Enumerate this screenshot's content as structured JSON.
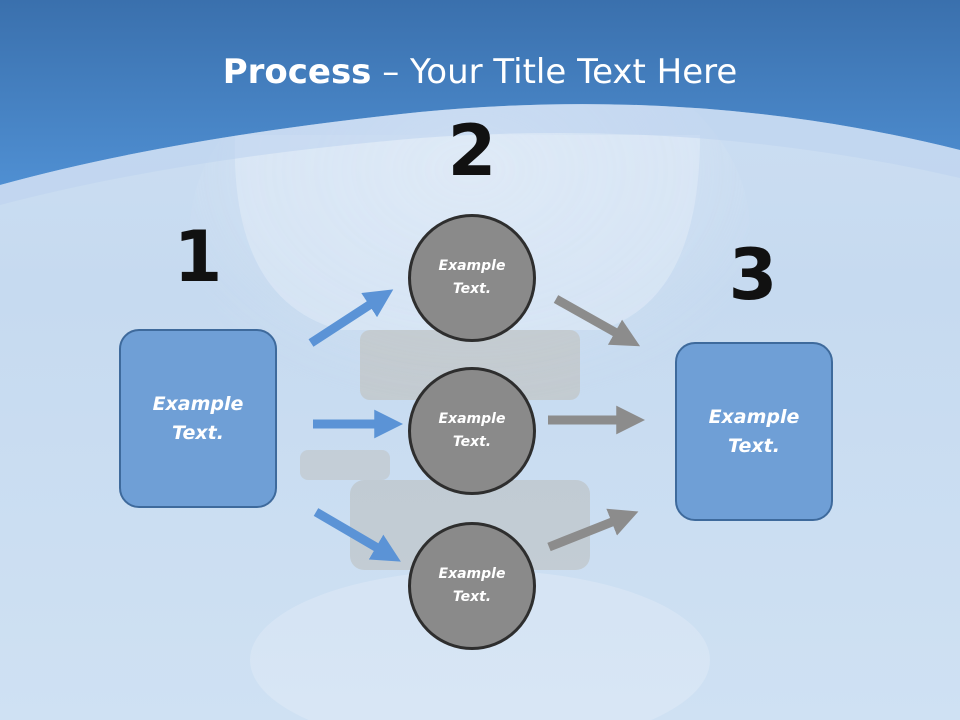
{
  "title": {
    "bold": "Process",
    "rest": " – Your Title Text Here"
  },
  "steps": [
    {
      "number": "1",
      "label": "Example\nText."
    },
    {
      "number": "2",
      "items": [
        "Example\nText.",
        "Example\nText.",
        "Example\nText."
      ]
    },
    {
      "number": "3",
      "label": "Example\nText."
    }
  ],
  "colors": {
    "header_blue": "#4a86c8",
    "box_fill": "#6f9fd6",
    "box_border": "#3e6a9c",
    "circle_fill": "#8a8a8a",
    "circle_border": "#2e2e2e",
    "arrow_blue": "#5b93d6",
    "arrow_gray": "#8c8c8c"
  }
}
